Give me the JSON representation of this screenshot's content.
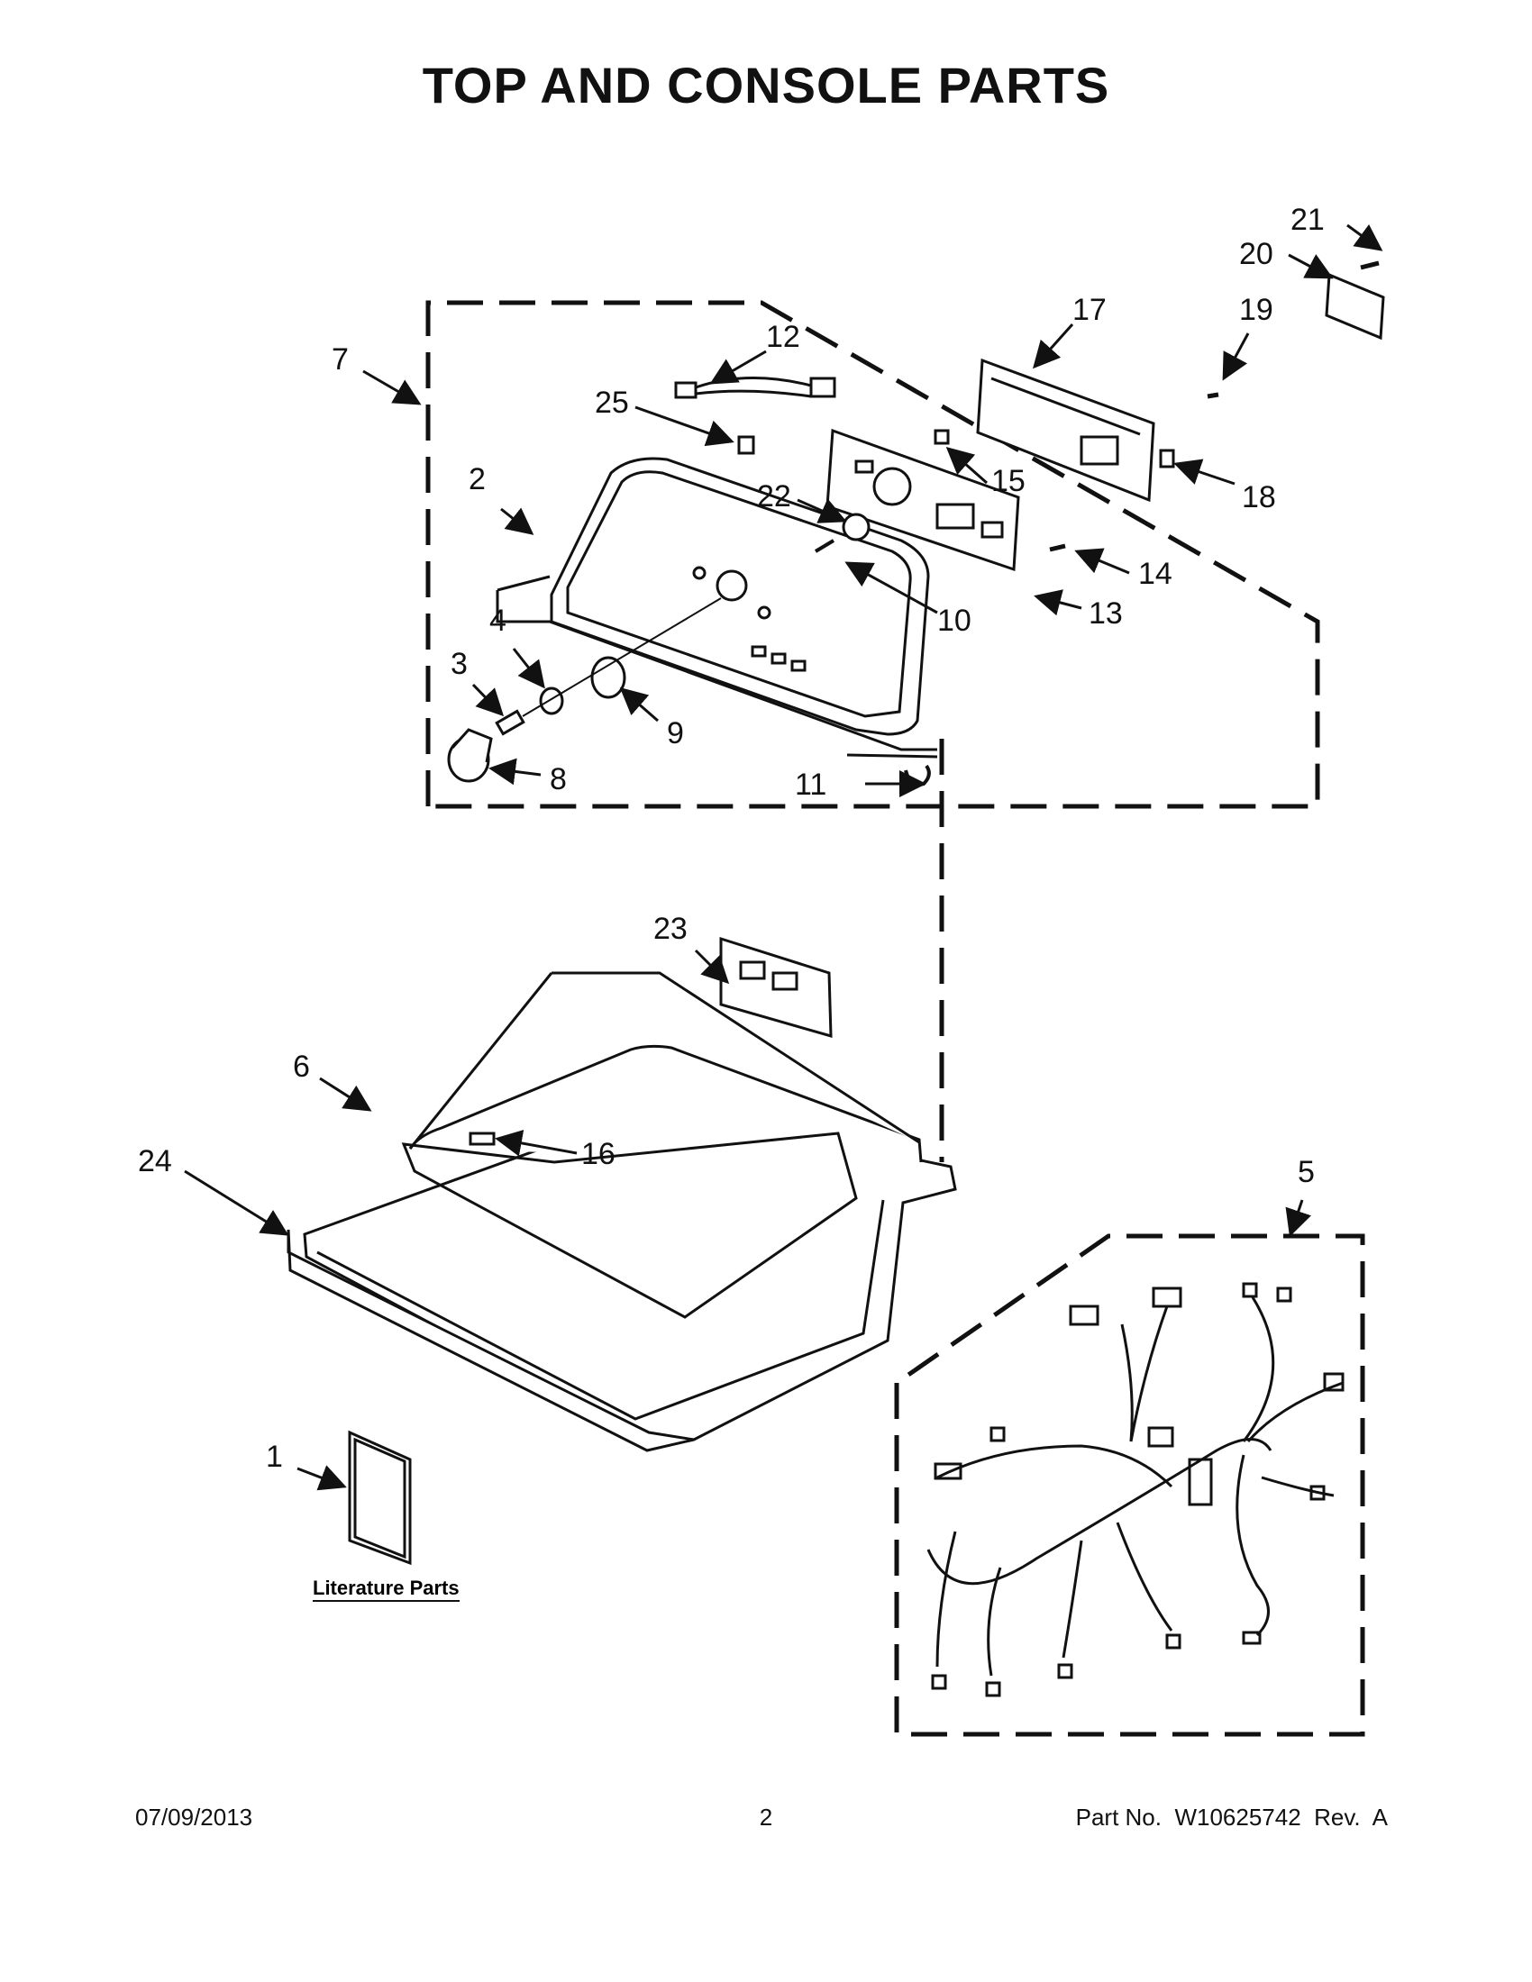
{
  "title": "TOP AND CONSOLE PARTS",
  "callouts": [
    "1",
    "2",
    "3",
    "4",
    "5",
    "6",
    "7",
    "8",
    "9",
    "10",
    "11",
    "12",
    "13",
    "14",
    "15",
    "16",
    "17",
    "18",
    "19",
    "20",
    "21",
    "22",
    "23",
    "24",
    "25"
  ],
  "literature_label": "Literature Parts",
  "footer": {
    "date": "07/09/2013",
    "page": "2",
    "part": "Part No.  W10625742  Rev.  A"
  }
}
